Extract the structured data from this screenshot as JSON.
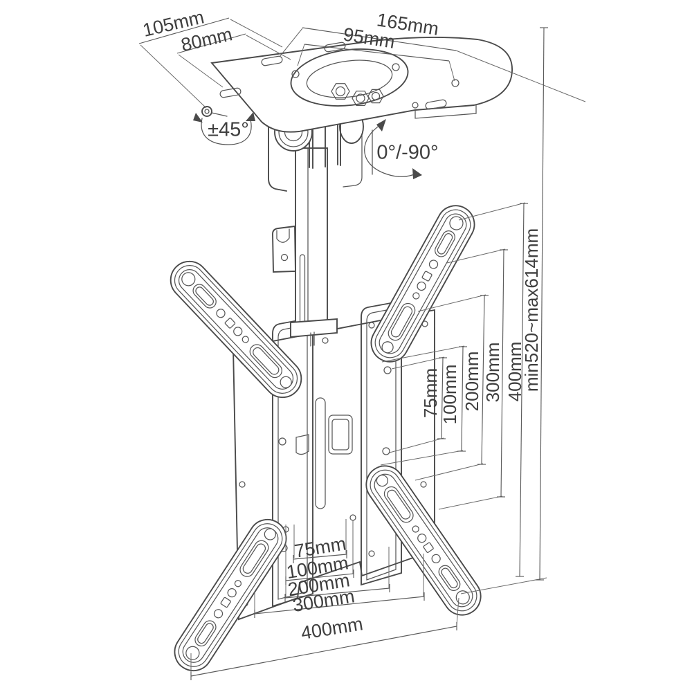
{
  "colors": {
    "background": "#ffffff",
    "line": "#4a4a4a",
    "text": "#3f3f3f"
  },
  "annotations": {
    "swivel_range": "±45°",
    "tilt_range": "0°/-90°"
  },
  "dimensions": {
    "ceiling_plate": {
      "depth_outer": "105mm",
      "depth_inner": "80mm",
      "top_width_inner": "95mm",
      "top_width_outer": "165mm"
    },
    "height_range": "min520~max614mm",
    "vesa_vertical": [
      "75mm",
      "100mm",
      "200mm",
      "300mm",
      "400mm"
    ],
    "vesa_horizontal": [
      "75mm",
      "100mm",
      "200mm",
      "300mm",
      "400mm"
    ]
  }
}
